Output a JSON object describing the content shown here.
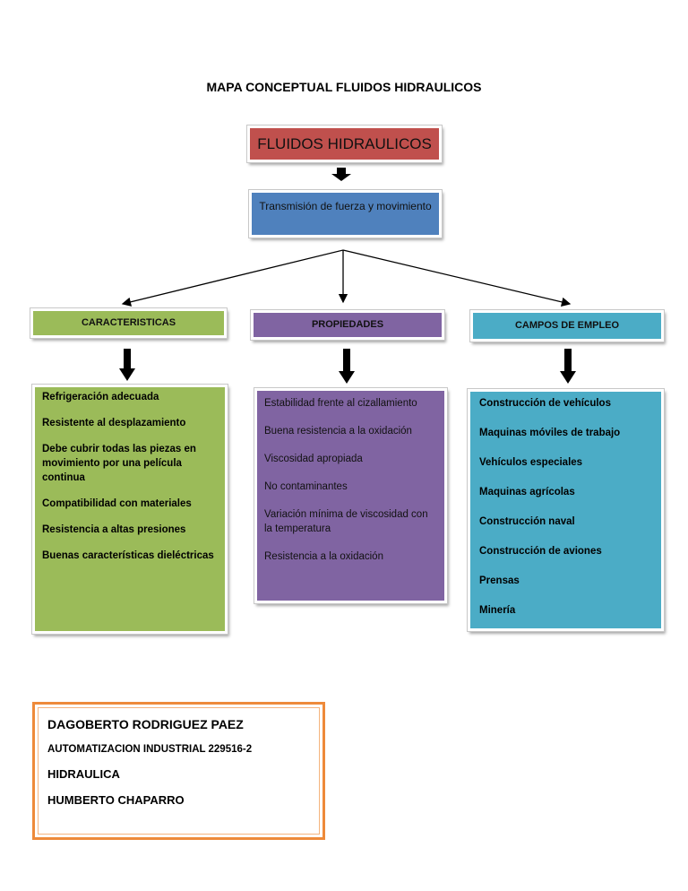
{
  "title": "MAPA CONCEPTUAL FLUIDOS HIDRAULICOS",
  "root": "FLUIDOS HIDRAULICOS",
  "sub": "Transmisión de fuerza y movimiento",
  "columns": [
    {
      "header": "CARACTERISTICAS",
      "items": [
        "Refrigeración adecuada",
        "Resistente al desplazamiento",
        "Debe cubrir todas las piezas en movimiento por una película continua",
        "Compatibilidad con materiales",
        "Resistencia a altas presiones",
        "Buenas características dieléctricas"
      ]
    },
    {
      "header": "PROPIEDADES",
      "items": [
        "Estabilidad frente al cizallamiento",
        "Buena resistencia  a  la oxidación",
        "Viscosidad apropiada",
        "No contaminantes",
        "Variación mínima de viscosidad con la temperatura",
        "Resistencia a la oxidación"
      ]
    },
    {
      "header": "CAMPOS DE EMPLEO",
      "items": [
        "Construcción de vehículos",
        "Maquinas móviles de trabajo",
        "Vehículos especiales",
        "Maquinas agrícolas",
        "Construcción naval",
        "Construcción de aviones",
        "Prensas",
        "Minería"
      ]
    }
  ],
  "author": {
    "name": "DAGOBERTO RODRIGUEZ PAEZ",
    "course": "AUTOMATIZACION INDUSTRIAL   229516-2",
    "subject": "HIDRAULICA",
    "teacher": "HUMBERTO CHAPARRO"
  }
}
